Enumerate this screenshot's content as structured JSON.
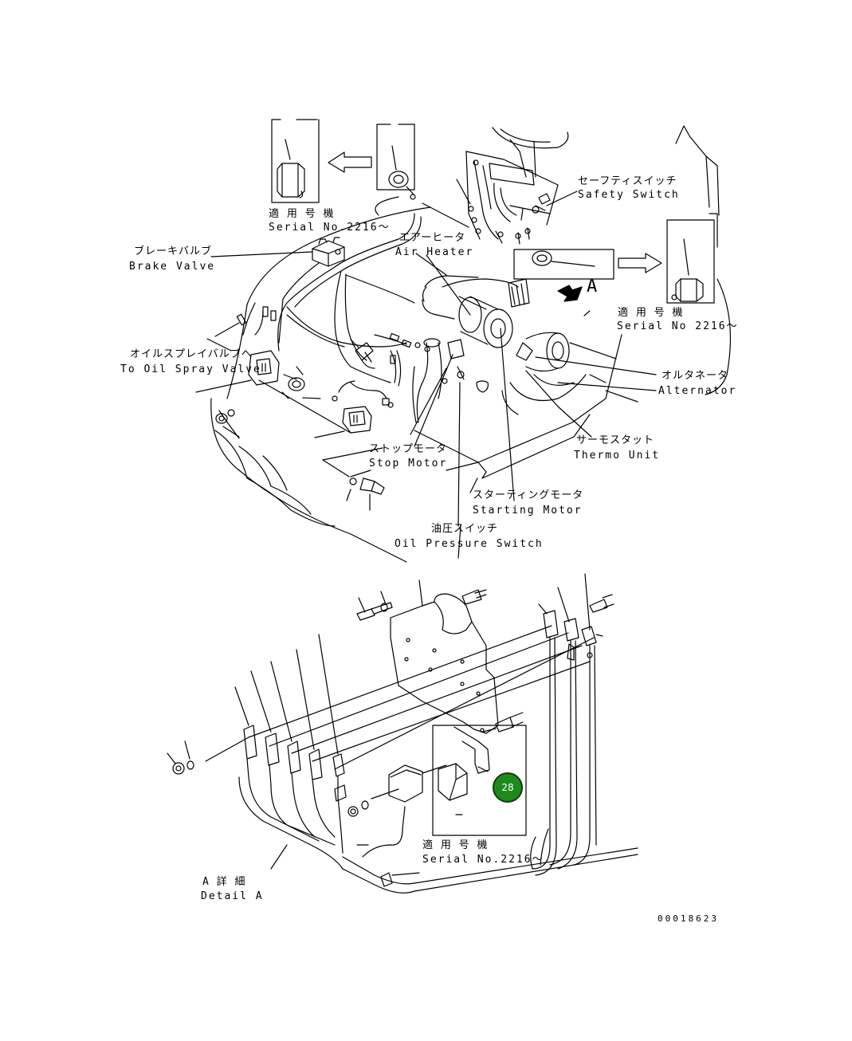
{
  "labels": {
    "safety_switch": {
      "jp": "セーフティスイッチ",
      "en": "Safety Switch"
    },
    "serial_top": {
      "jp": "適 用 号 機",
      "en": "Serial No.2216〜"
    },
    "brake_valve": {
      "jp": "ブレーキバルブ",
      "en": "Brake Valve"
    },
    "air_heater": {
      "jp": "エアーヒータ",
      "en": "Air Heater"
    },
    "detail_marker": "A",
    "serial_right": {
      "jp": "適 用 号 機",
      "en": "Serial No 2216〜"
    },
    "oil_spray": {
      "jp": "オイルスプレイバルブへ",
      "en": "To Oil Spray Valve"
    },
    "alternator": {
      "jp": "オルタネータ",
      "en": "Alternator"
    },
    "thermo": {
      "jp": "サーモスタット",
      "en": "Thermo Unit"
    },
    "stop_motor": {
      "jp": "ストップモータ",
      "en": "Stop Motor"
    },
    "starting_motor": {
      "jp": "スターティングモータ",
      "en": "Starting Motor"
    },
    "oil_pressure": {
      "jp": "油圧スイッチ",
      "en": "Oil Pressure Switch"
    },
    "serial_bottom": {
      "jp": "適 用 号 機",
      "en": "Serial No.2216〜"
    },
    "detail_a": {
      "jp": "A 詳 細",
      "en": "Detail A"
    }
  },
  "callout_badge": "28",
  "badge_color": "#1e8a1e",
  "drawing_number": "00018623"
}
